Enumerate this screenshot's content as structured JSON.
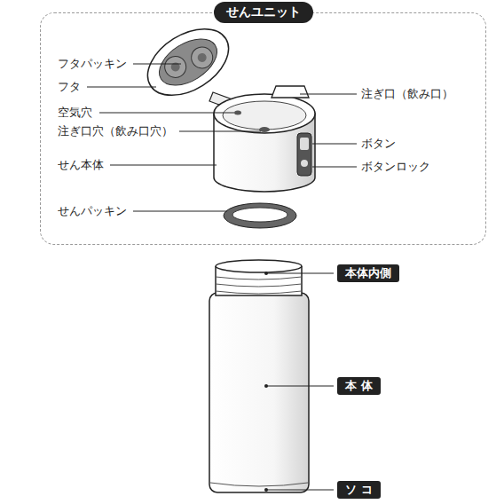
{
  "diagram": {
    "nodes": [
      {
        "text": [
          "せんユニット"
        ]
      },
      {
        "text": [
          "本体内側"
        ]
      },
      {
        "text": [
          "本 体"
        ]
      },
      {
        "text": [
          "ソ コ"
        ]
      }
    ],
    "labels": [
      "フタパッキン",
      "フタ",
      "空気穴",
      "注ぎ口穴（飲み口穴）",
      "せん本体",
      "せんパッキン",
      "注ぎ口（飲み口）",
      "ボタン",
      "ボタンロック"
    ]
  }
}
